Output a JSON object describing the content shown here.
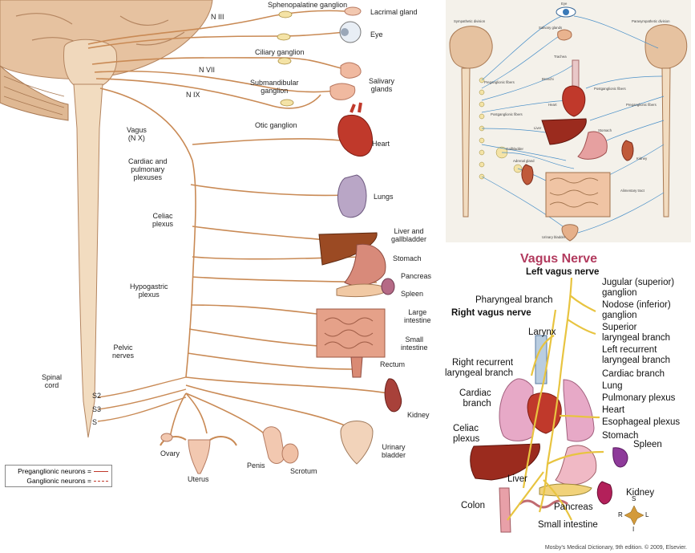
{
  "left_panel": {
    "labels": {
      "n3": "N III",
      "n7": "N VII",
      "n9": "N IX",
      "vagus": "Vagus\n(N X)",
      "cardiac_plexuses": "Cardiac and\npulmonary\nplexuses",
      "celiac_plexus": "Celiac\nplexus",
      "hypogastric_plexus": "Hypogastric\nplexus",
      "pelvic_nerves": "Pelvic\nnerves",
      "spinal_cord": "Spinal\ncord",
      "s2": "S2",
      "s3": "S3",
      "s4": "S",
      "sphenopalatine": "Sphenopalatine ganglion",
      "lacrimal": "Lacrimal gland",
      "eye": "Eye",
      "ciliary": "Ciliary ganglion",
      "submandibular": "Submandibular\nganglion",
      "salivary": "Salivary\nglands",
      "otic": "Otic ganglion",
      "heart": "Heart",
      "lungs": "Lungs",
      "liver": "Liver and\ngallbladder",
      "stomach": "Stomach",
      "pancreas": "Pancreas",
      "spleen": "Spleen",
      "large_intestine": "Large\nintestine",
      "small_intestine": "Small\nintestine",
      "rectum": "Rectum",
      "kidney": "Kidney",
      "ovary": "Ovary",
      "uterus": "Uterus",
      "penis": "Penis",
      "scrotum": "Scrotum",
      "urinary_bladder": "Urinary\nbladder"
    },
    "legend": {
      "pre": "Preganglionic neurons =",
      "gan": "Ganglionic neurons ="
    }
  },
  "top_right": {
    "labels": {
      "sympathetic": "Sympathetic division",
      "parasympathetic": "Parasympathetic division",
      "eye": "Eye",
      "salivary": "Salivary glands",
      "trachea": "Trachea",
      "bronchi": "Bronchi",
      "heart": "Heart",
      "liver": "Liver",
      "stomach": "Stomach",
      "gallbladder": "Gallbladder",
      "kidney": "Kidney",
      "adrenal": "Adrenal gland",
      "alimentary": "Alimentary tract",
      "bladder": "Urinary bladder",
      "preganglionic": "Preganglionic fibers",
      "postganglionic": "Postganglionic fibers",
      "pre2": "Preganglionic fibers",
      "post2": "Postganglionic fibers"
    }
  },
  "vagus": {
    "title": "Vagus Nerve",
    "labels": {
      "left_vagus": "Left vagus nerve",
      "jugular": "Jugular (superior)\nganglion",
      "pharyngeal": "Pharyngeal branch",
      "nodose": "Nodose (inferior)\nganglion",
      "right_vagus": "Right vagus nerve",
      "superior_laryngeal": "Superior\nlaryngeal branch",
      "larynx": "Larynx",
      "left_recurrent": "Left recurrent\nlaryngeal branch",
      "right_recurrent": "Right recurrent\nlaryngeal branch",
      "cardiac_branch_r": "Cardiac branch",
      "cardiac_branch_l": "Cardiac\nbranch",
      "lung": "Lung",
      "pulmonary_plexus": "Pulmonary plexus",
      "heart": "Heart",
      "esophageal_plexus": "Esophageal plexus",
      "celiac_plexus": "Celiac\nplexus",
      "stomach": "Stomach",
      "spleen": "Spleen",
      "liver": "Liver",
      "kidney": "Kidney",
      "colon": "Colon",
      "pancreas": "Pancreas",
      "small_intestine": "Small intestine",
      "compass_s": "S",
      "compass_r": "R",
      "compass_l": "L",
      "compass_i": "I"
    },
    "credit": "Mosby's Medical Dictionary, 9th edition. © 2009, Elsevier."
  },
  "colors": {
    "nerve": "#c98a55",
    "nerve_light": "#e0b383",
    "brain": "#e6c2a0",
    "cord": "#f2dcc0",
    "heart": "#c0392b",
    "vagus_title": "#b23a5e",
    "nerve_yellow": "#e8c440",
    "lung": "#e7a9c7",
    "liver": "#9b2b1e",
    "blue_fiber": "#4a90c8"
  }
}
